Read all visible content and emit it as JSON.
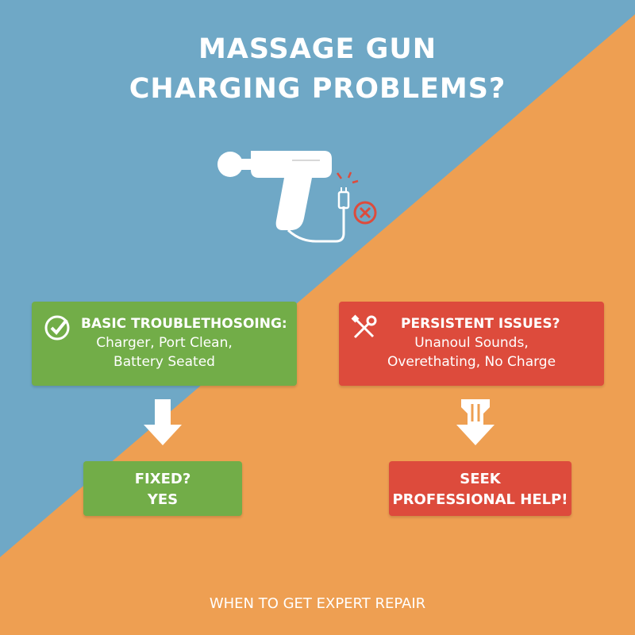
{
  "colors": {
    "blue_bg": "#6fa8c6",
    "orange_bg": "#ee9f52",
    "green": "#72ad48",
    "red": "#dd4b3c",
    "white": "#ffffff"
  },
  "title": {
    "line1": "MASSAGE GUN",
    "line2": "CHARGING PROBLEMS?"
  },
  "hero_icons": [
    "massage-gun-icon",
    "charging-cable-icon",
    "error-x-icon"
  ],
  "left_branch": {
    "box": {
      "icon": "checkmark-circle-icon",
      "heading": "BASIC TROUBLETHOSOING:",
      "line2": "Charger, Port Clean,",
      "line3": "Battery Seated"
    },
    "arrow_icon": "down-arrow-icon",
    "result": {
      "line1": "FIXED?",
      "line2": "YES"
    }
  },
  "right_branch": {
    "box": {
      "icon": "wrench-screwdriver-icon",
      "heading": "PERSISTENT ISSUES?",
      "line2": "Unanoul Sounds,",
      "line3": "Overethating, No Charge"
    },
    "arrow_icon": "down-arrow-icon",
    "result": {
      "line1": "SEEK",
      "line2": "PROFESSIONAL HELP!"
    }
  },
  "footer": "WHEN TO GET EXPERT REPAIR"
}
